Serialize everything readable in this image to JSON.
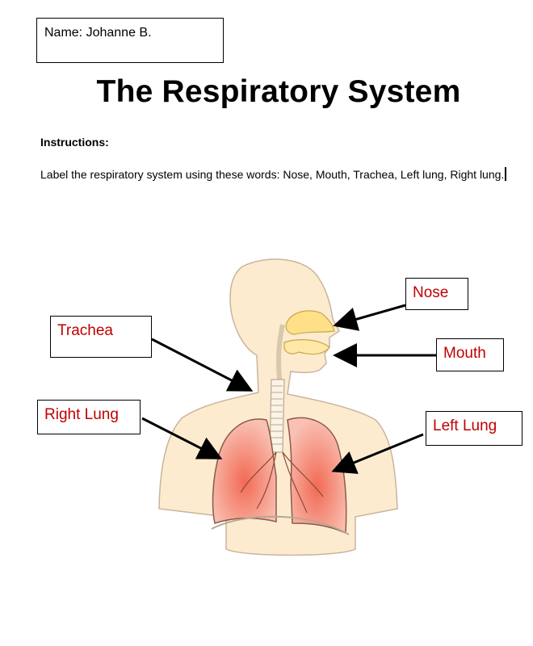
{
  "student": {
    "name_line": "Name:  Johanne B."
  },
  "title": "The Respiratory System",
  "instructions": {
    "heading": "Instructions:",
    "body": "Label the respiratory system using these words:  Nose, Mouth, Trachea, Left lung, Right lung."
  },
  "labels": {
    "nose": "Nose",
    "mouth": "Mouth",
    "trachea": "Trachea",
    "right_lung": "Right Lung",
    "left_lung": "Left Lung"
  },
  "colors": {
    "label_text": "#c00000",
    "skin": "#fdebd0",
    "skin_outline": "#c9b49c",
    "lung_fill": "#f5907e",
    "nasal": "#ffe089"
  }
}
